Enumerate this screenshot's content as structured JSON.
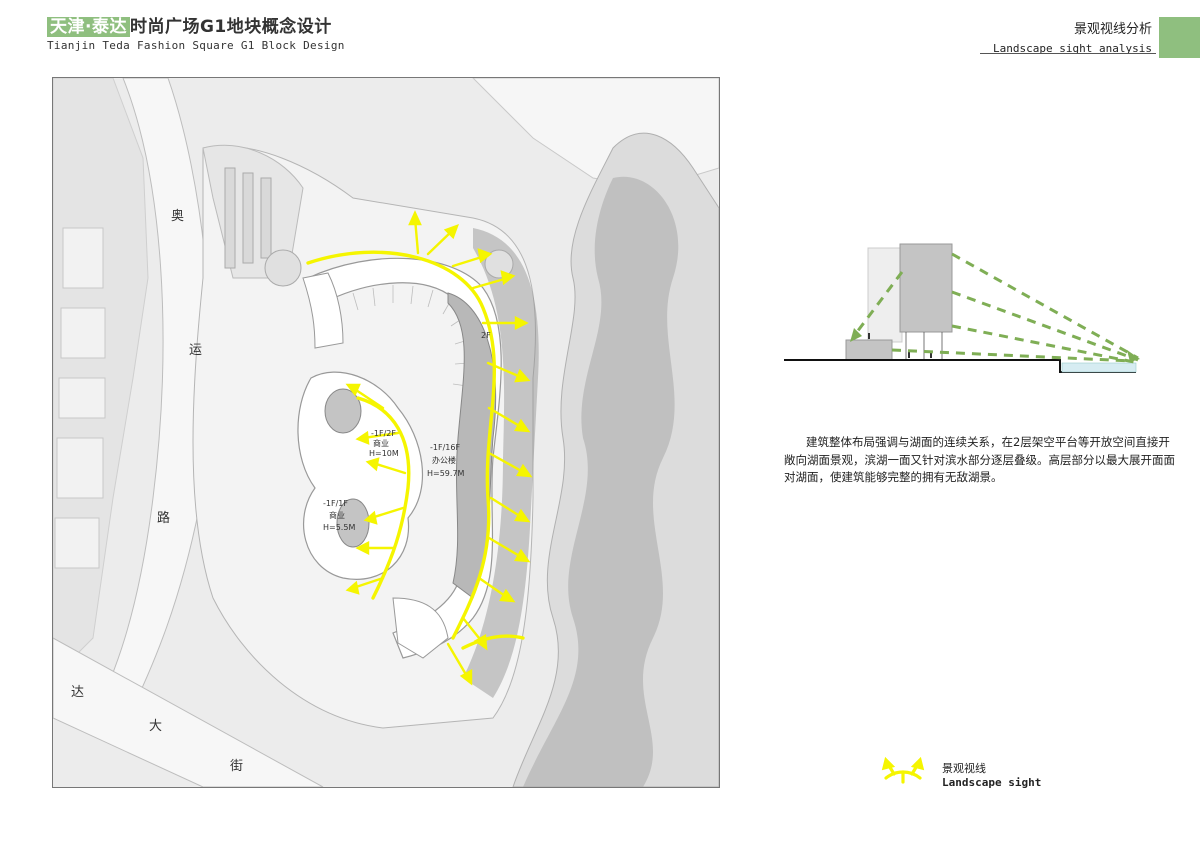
{
  "header": {
    "title_highlight": "天津·泰达",
    "title_rest": "时尚广场G1地块概念设计",
    "title_en": "Tianjin Teda Fashion Square G1 Block Design"
  },
  "section_header": {
    "title_cn": "景观视线分析",
    "title_en": "Landscape sight analysis"
  },
  "map": {
    "road_labels": [
      "奥",
      "运",
      "路",
      "达",
      "大",
      "街"
    ],
    "building_labels": {
      "office": [
        "-1F/16F",
        "办公楼",
        "H=59.7M"
      ],
      "retail_a": [
        "-1F/2F",
        "商业",
        "H=10M"
      ],
      "retail_b": [
        "-1F/1F",
        "商业",
        "H=5.5M"
      ],
      "floor_tag": "2F"
    }
  },
  "description": "建筑整体布局强调与湖面的连续关系，在2层架空平台等开放空间直接开敞向湖面景观，滨湖一面又针对滨水部分逐层叠级。高层部分以最大展开面面对湖面，使建筑能够完整的拥有无敌湖景。",
  "legend": {
    "icon": "sight-arrows-icon",
    "label_cn": "景观视线",
    "label_en": "Landscape sight"
  },
  "colors": {
    "accent_green": "#8fbf7f",
    "sight_yellow": "#f5f500",
    "dashed_green": "#7fae55",
    "water_blue": "#d6ecf2"
  }
}
